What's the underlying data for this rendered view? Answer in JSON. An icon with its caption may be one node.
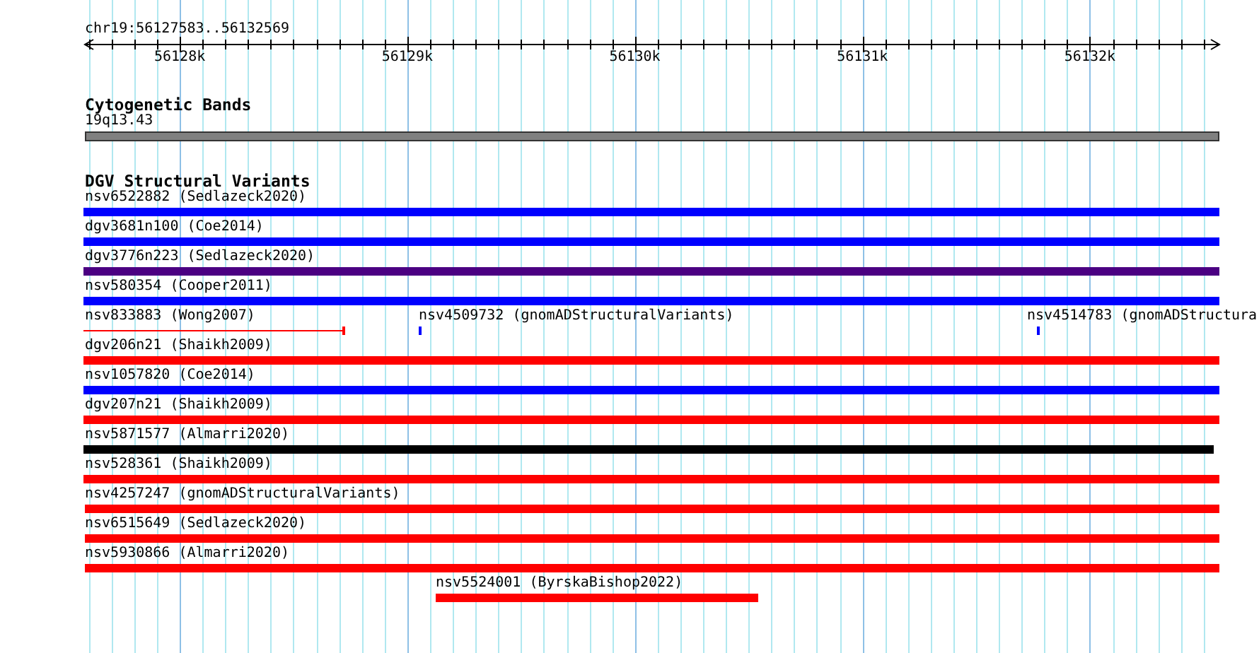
{
  "diagram": {
    "nodes": [
      {
        "text": [],
        "shape": "bar",
        "beside": [
          "19q13.43"
        ]
      },
      {
        "text": [],
        "shape": "bar",
        "beside": [
          "nsv6522882 (Sedlazeck2020)"
        ]
      },
      {
        "text": [],
        "shape": "bar",
        "beside": [
          "dgv3681n100 (Coe2014)"
        ]
      },
      {
        "text": [],
        "shape": "bar",
        "beside": [
          "dgv3776n223 (Sedlazeck2020)"
        ]
      },
      {
        "text": [],
        "shape": "bar",
        "beside": [
          "nsv580354 (Cooper2011)"
        ]
      },
      {
        "text": [],
        "shape": "bar",
        "beside": [
          "nsv833883 (Wong2007)"
        ]
      },
      {
        "text": [],
        "shape": "bar",
        "beside": [
          "nsv4509732 (gnomADStructuralVariants)"
        ]
      },
      {
        "text": [],
        "shape": "bar",
        "beside": [
          "nsv4514783 (gnomADStructura"
        ]
      },
      {
        "text": [],
        "shape": "bar",
        "beside": [
          "dgv206n21 (Shaikh2009)"
        ]
      },
      {
        "text": [],
        "shape": "bar",
        "beside": [
          "nsv1057820 (Coe2014)"
        ]
      },
      {
        "text": [],
        "shape": "bar",
        "beside": [
          "dgv207n21 (Shaikh2009)"
        ]
      },
      {
        "text": [],
        "shape": "bar",
        "beside": [
          "nsv5871577 (Almarri2020)"
        ]
      },
      {
        "text": [],
        "shape": "bar",
        "beside": [
          "nsv528361 (Shaikh2009)"
        ]
      },
      {
        "text": [],
        "shape": "bar",
        "beside": [
          "nsv4257247 (gnomADStructuralVariants)"
        ]
      },
      {
        "text": [],
        "shape": "bar",
        "beside": [
          "nsv6515649 (Sedlazeck2020)"
        ]
      },
      {
        "text": [],
        "shape": "bar",
        "beside": [
          "nsv5930866 (Almarri2020)"
        ]
      },
      {
        "text": [],
        "shape": "bar",
        "beside": [
          "nsv5524001 (ByrskaBishop2022)"
        ]
      }
    ],
    "labels": [
      "chr19:56127583..56132569",
      "56128k",
      "56129k",
      "56130k",
      "56131k",
      "56132k",
      "Cytogenetic Bands",
      "DGV Structural Variants"
    ]
  }
}
